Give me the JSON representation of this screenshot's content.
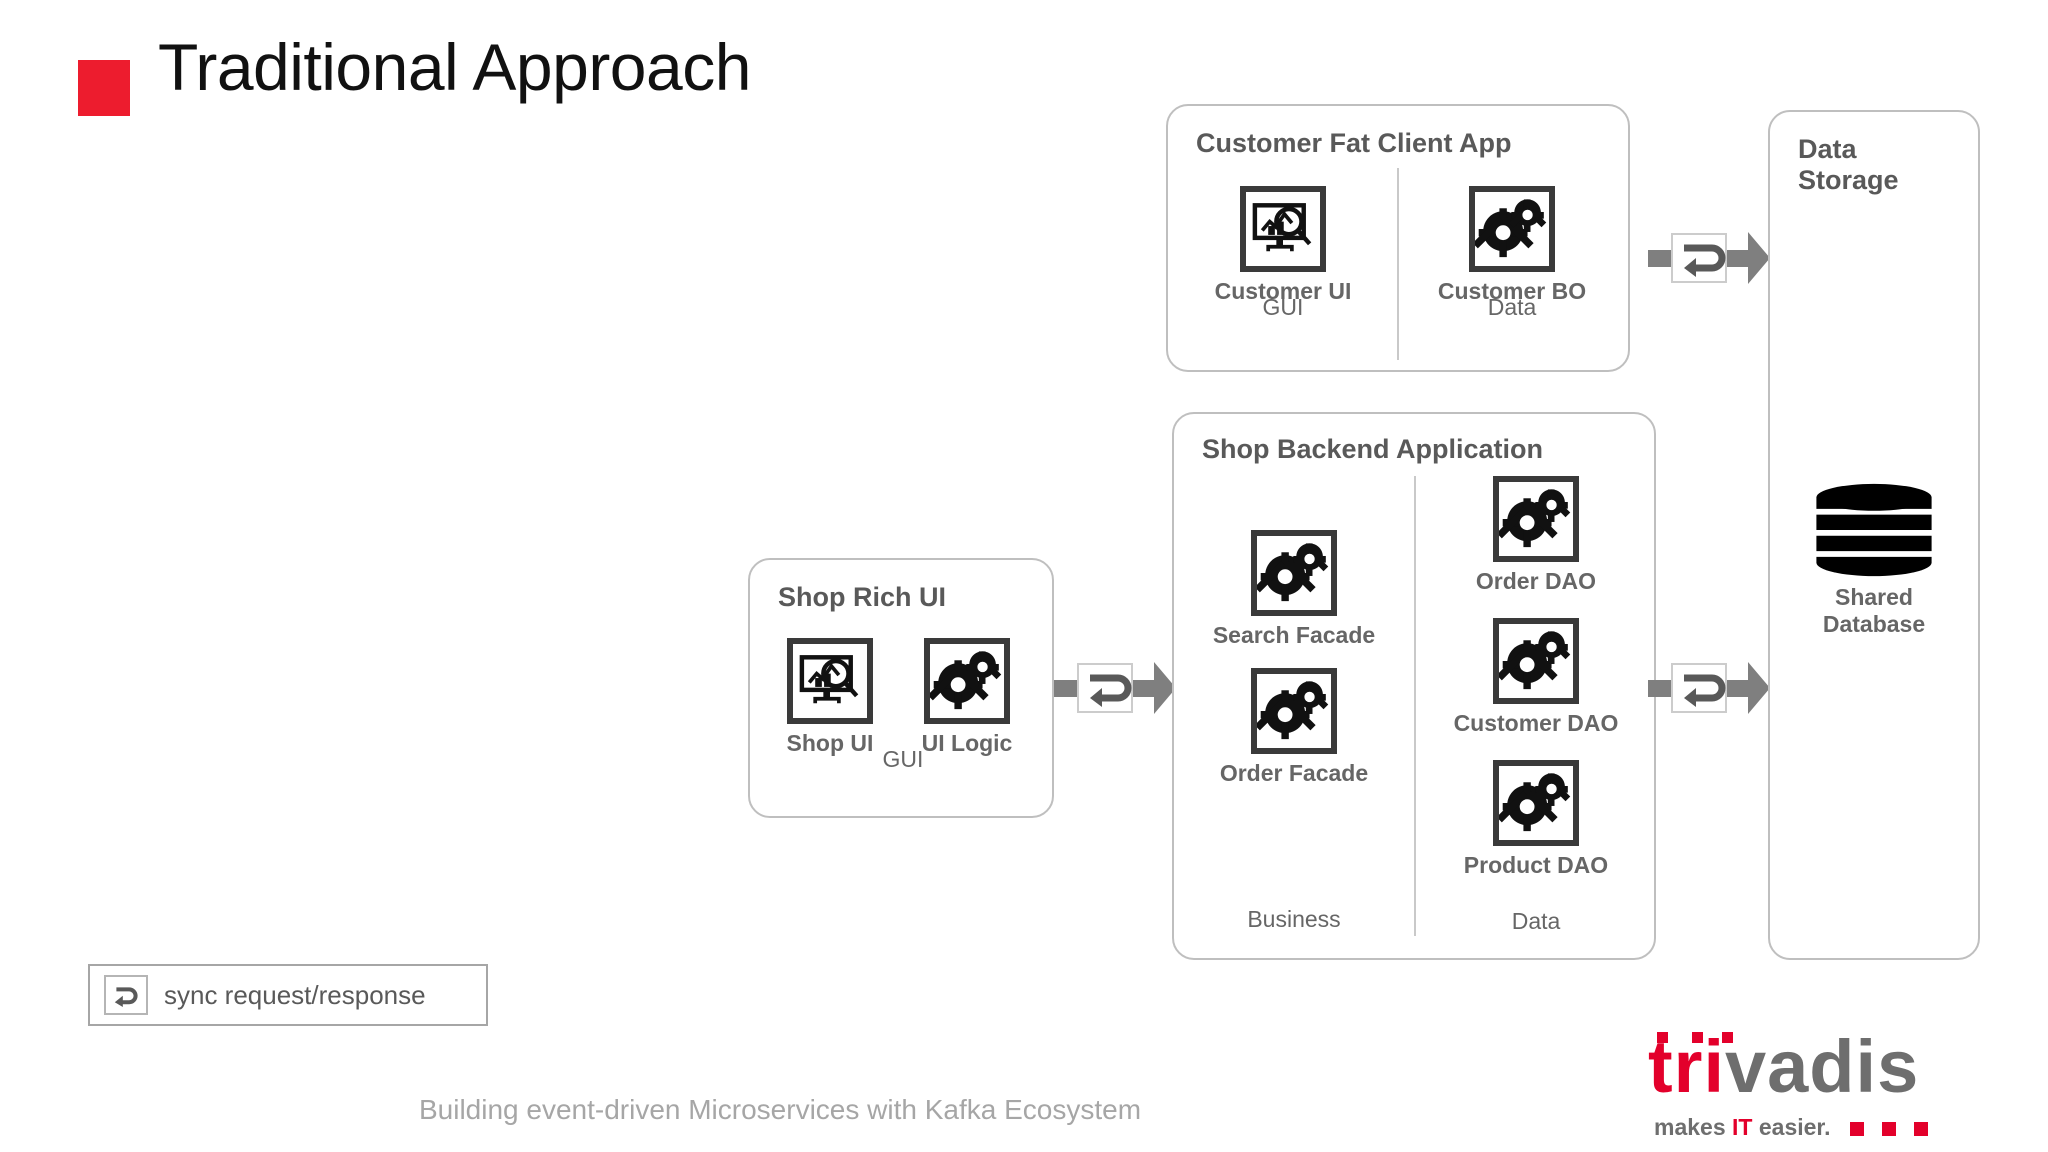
{
  "slide": {
    "title": "Traditional Approach",
    "footer": "Building event-driven Microservices with Kafka Ecosystem",
    "accent_color": "#ED1C2E",
    "title_color": "#111111",
    "box_title_color": "#595959",
    "label_color": "#666666",
    "box_border_color": "#bfbfbf",
    "connector_color": "#7f7f7f"
  },
  "boxes": {
    "customer_fat_client": {
      "title": "Customer  Fat Client App",
      "columns": [
        {
          "layer": "GUI",
          "components": [
            {
              "label": "Customer UI",
              "icon": "monitor-search-icon"
            }
          ]
        },
        {
          "layer": "Data",
          "components": [
            {
              "label": "Customer BO",
              "icon": "gears-icon"
            }
          ]
        }
      ]
    },
    "shop_rich_ui": {
      "title": "Shop Rich UI",
      "columns": [
        {
          "layer": "GUI",
          "components": [
            {
              "label": "Shop UI",
              "icon": "monitor-search-icon"
            },
            {
              "label": "UI Logic",
              "icon": "gears-icon"
            }
          ]
        }
      ]
    },
    "shop_backend": {
      "title": "Shop Backend Application",
      "columns": [
        {
          "layer": "Business",
          "components": [
            {
              "label": "Search Facade",
              "icon": "gears-icon"
            },
            {
              "label": "Order Facade",
              "icon": "gears-icon"
            }
          ]
        },
        {
          "layer": "Data",
          "components": [
            {
              "label": "Order DAO",
              "icon": "gears-icon"
            },
            {
              "label": "Customer DAO",
              "icon": "gears-icon"
            },
            {
              "label": "Product DAO",
              "icon": "gears-icon"
            }
          ]
        }
      ]
    },
    "data_storage": {
      "title": "Data\nStorage",
      "components": [
        {
          "label": "Shared\nDatabase",
          "icon": "database-cylinder-icon"
        }
      ]
    }
  },
  "connectors": [
    {
      "id": "customer-bo-to-storage",
      "kind": "sync-request-response"
    },
    {
      "id": "shop-rich-ui-to-backend",
      "kind": "sync-request-response"
    },
    {
      "id": "backend-data-to-storage",
      "kind": "sync-request-response"
    }
  ],
  "legend": {
    "label": "sync request/response",
    "icon": "sync-request-response-icon"
  },
  "logo": {
    "name_part_red": "tri",
    "name_part_grey": "vadis",
    "tagline_before": "makes ",
    "tagline_highlight": "IT",
    "tagline_after": " easier."
  }
}
